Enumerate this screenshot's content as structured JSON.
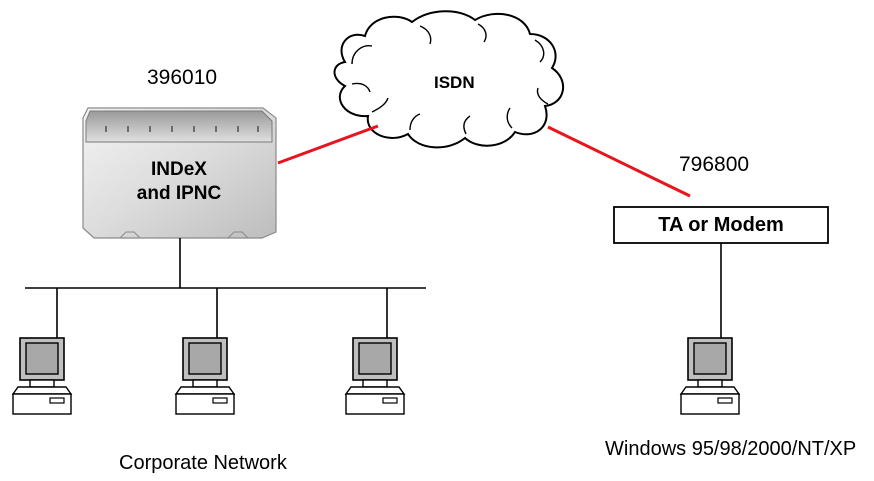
{
  "isdn": {
    "label": "ISDN"
  },
  "server": {
    "id": "396010",
    "line1": "INDeX",
    "line2": "and IPNC"
  },
  "remote": {
    "id": "796800",
    "box_label": "TA or Modem"
  },
  "captions": {
    "corporate": "Corporate Network",
    "windows": "Windows 95/98/2000/NT/XP"
  },
  "colors": {
    "link": "#e8141e",
    "line": "#000000"
  }
}
